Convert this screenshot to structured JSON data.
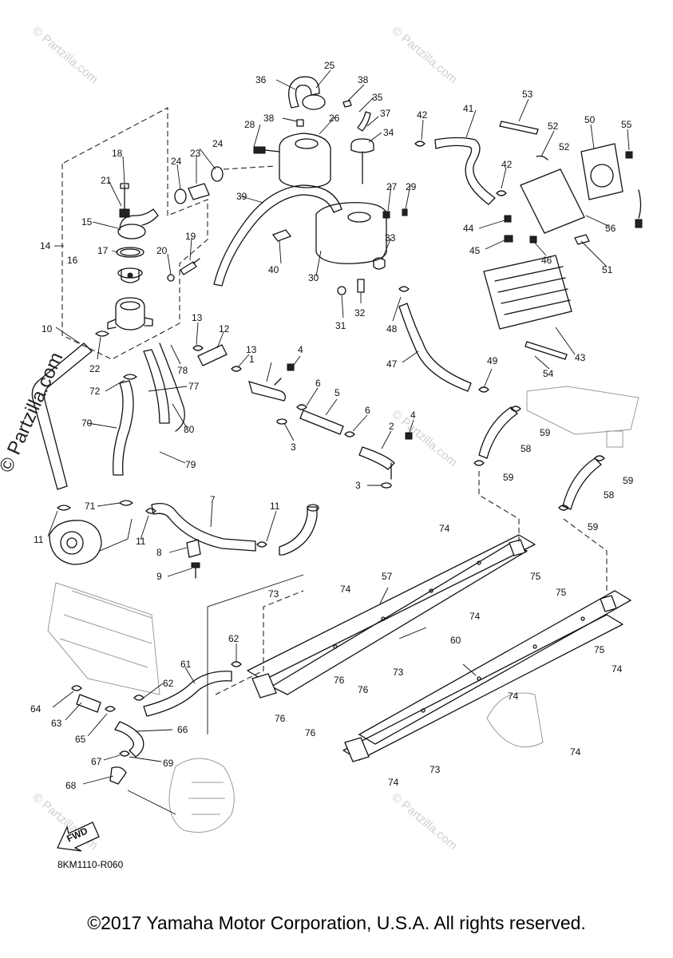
{
  "diagram": {
    "code": "8KM1110-R060",
    "copyright": "©2017 Yamaha Motor Corporation, U.S.A. All rights reserved.",
    "watermark": "© Partzilla.com",
    "fwd_label": "FWD"
  },
  "callouts": [
    "1",
    "2",
    "3",
    "3",
    "4",
    "4",
    "5",
    "6",
    "6",
    "7",
    "8",
    "9",
    "10",
    "11",
    "11",
    "11",
    "11",
    "12",
    "13",
    "13",
    "14",
    "15",
    "16",
    "17",
    "18",
    "19",
    "20",
    "21",
    "22",
    "23",
    "24",
    "24",
    "25",
    "26",
    "27",
    "28",
    "29",
    "30",
    "31",
    "32",
    "33",
    "34",
    "35",
    "36",
    "37",
    "38",
    "38",
    "39",
    "40",
    "41",
    "42",
    "42",
    "43",
    "44",
    "45",
    "46",
    "47",
    "48",
    "49",
    "50",
    "51",
    "52",
    "52",
    "53",
    "54",
    "55",
    "56",
    "57",
    "58",
    "58",
    "59",
    "59",
    "59",
    "59",
    "60",
    "61",
    "62",
    "62",
    "63",
    "64",
    "65",
    "66",
    "67",
    "68",
    "69",
    "70",
    "71",
    "72",
    "73",
    "73",
    "73",
    "74",
    "74",
    "74",
    "74",
    "74",
    "74",
    "74",
    "74",
    "75",
    "75",
    "75",
    "76",
    "76",
    "76",
    "76",
    "77",
    "78",
    "79",
    "80"
  ]
}
